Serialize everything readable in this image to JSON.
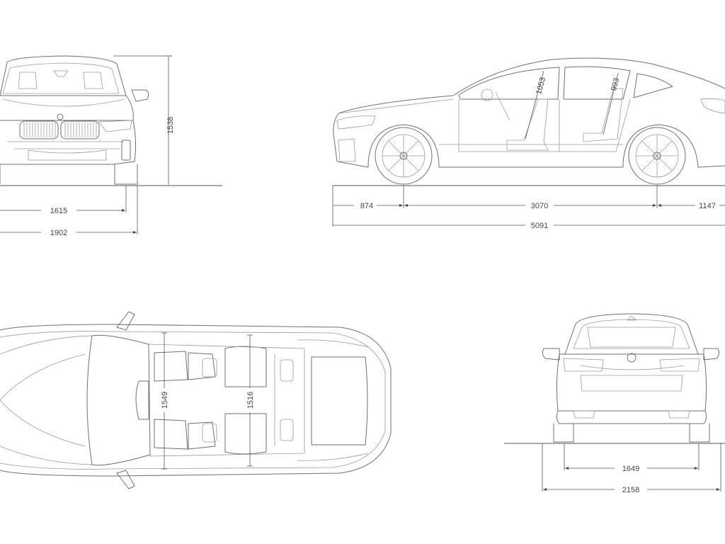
{
  "colors": {
    "line": "#6f6f6f",
    "dimension": "#555555",
    "text": "#444444",
    "background": "#ffffff"
  },
  "views": {
    "front": {
      "height": "1538",
      "track": "1615",
      "width": "1902"
    },
    "side": {
      "front_overhang": "874",
      "wheelbase": "3070",
      "rear_overhang": "1147",
      "length": "5091",
      "front_headroom": "1053",
      "rear_headroom": "993"
    },
    "top": {
      "front_shoulder": "1549",
      "rear_shoulder": "1516"
    },
    "rear": {
      "track": "1649",
      "width_mirrors": "2158"
    }
  }
}
